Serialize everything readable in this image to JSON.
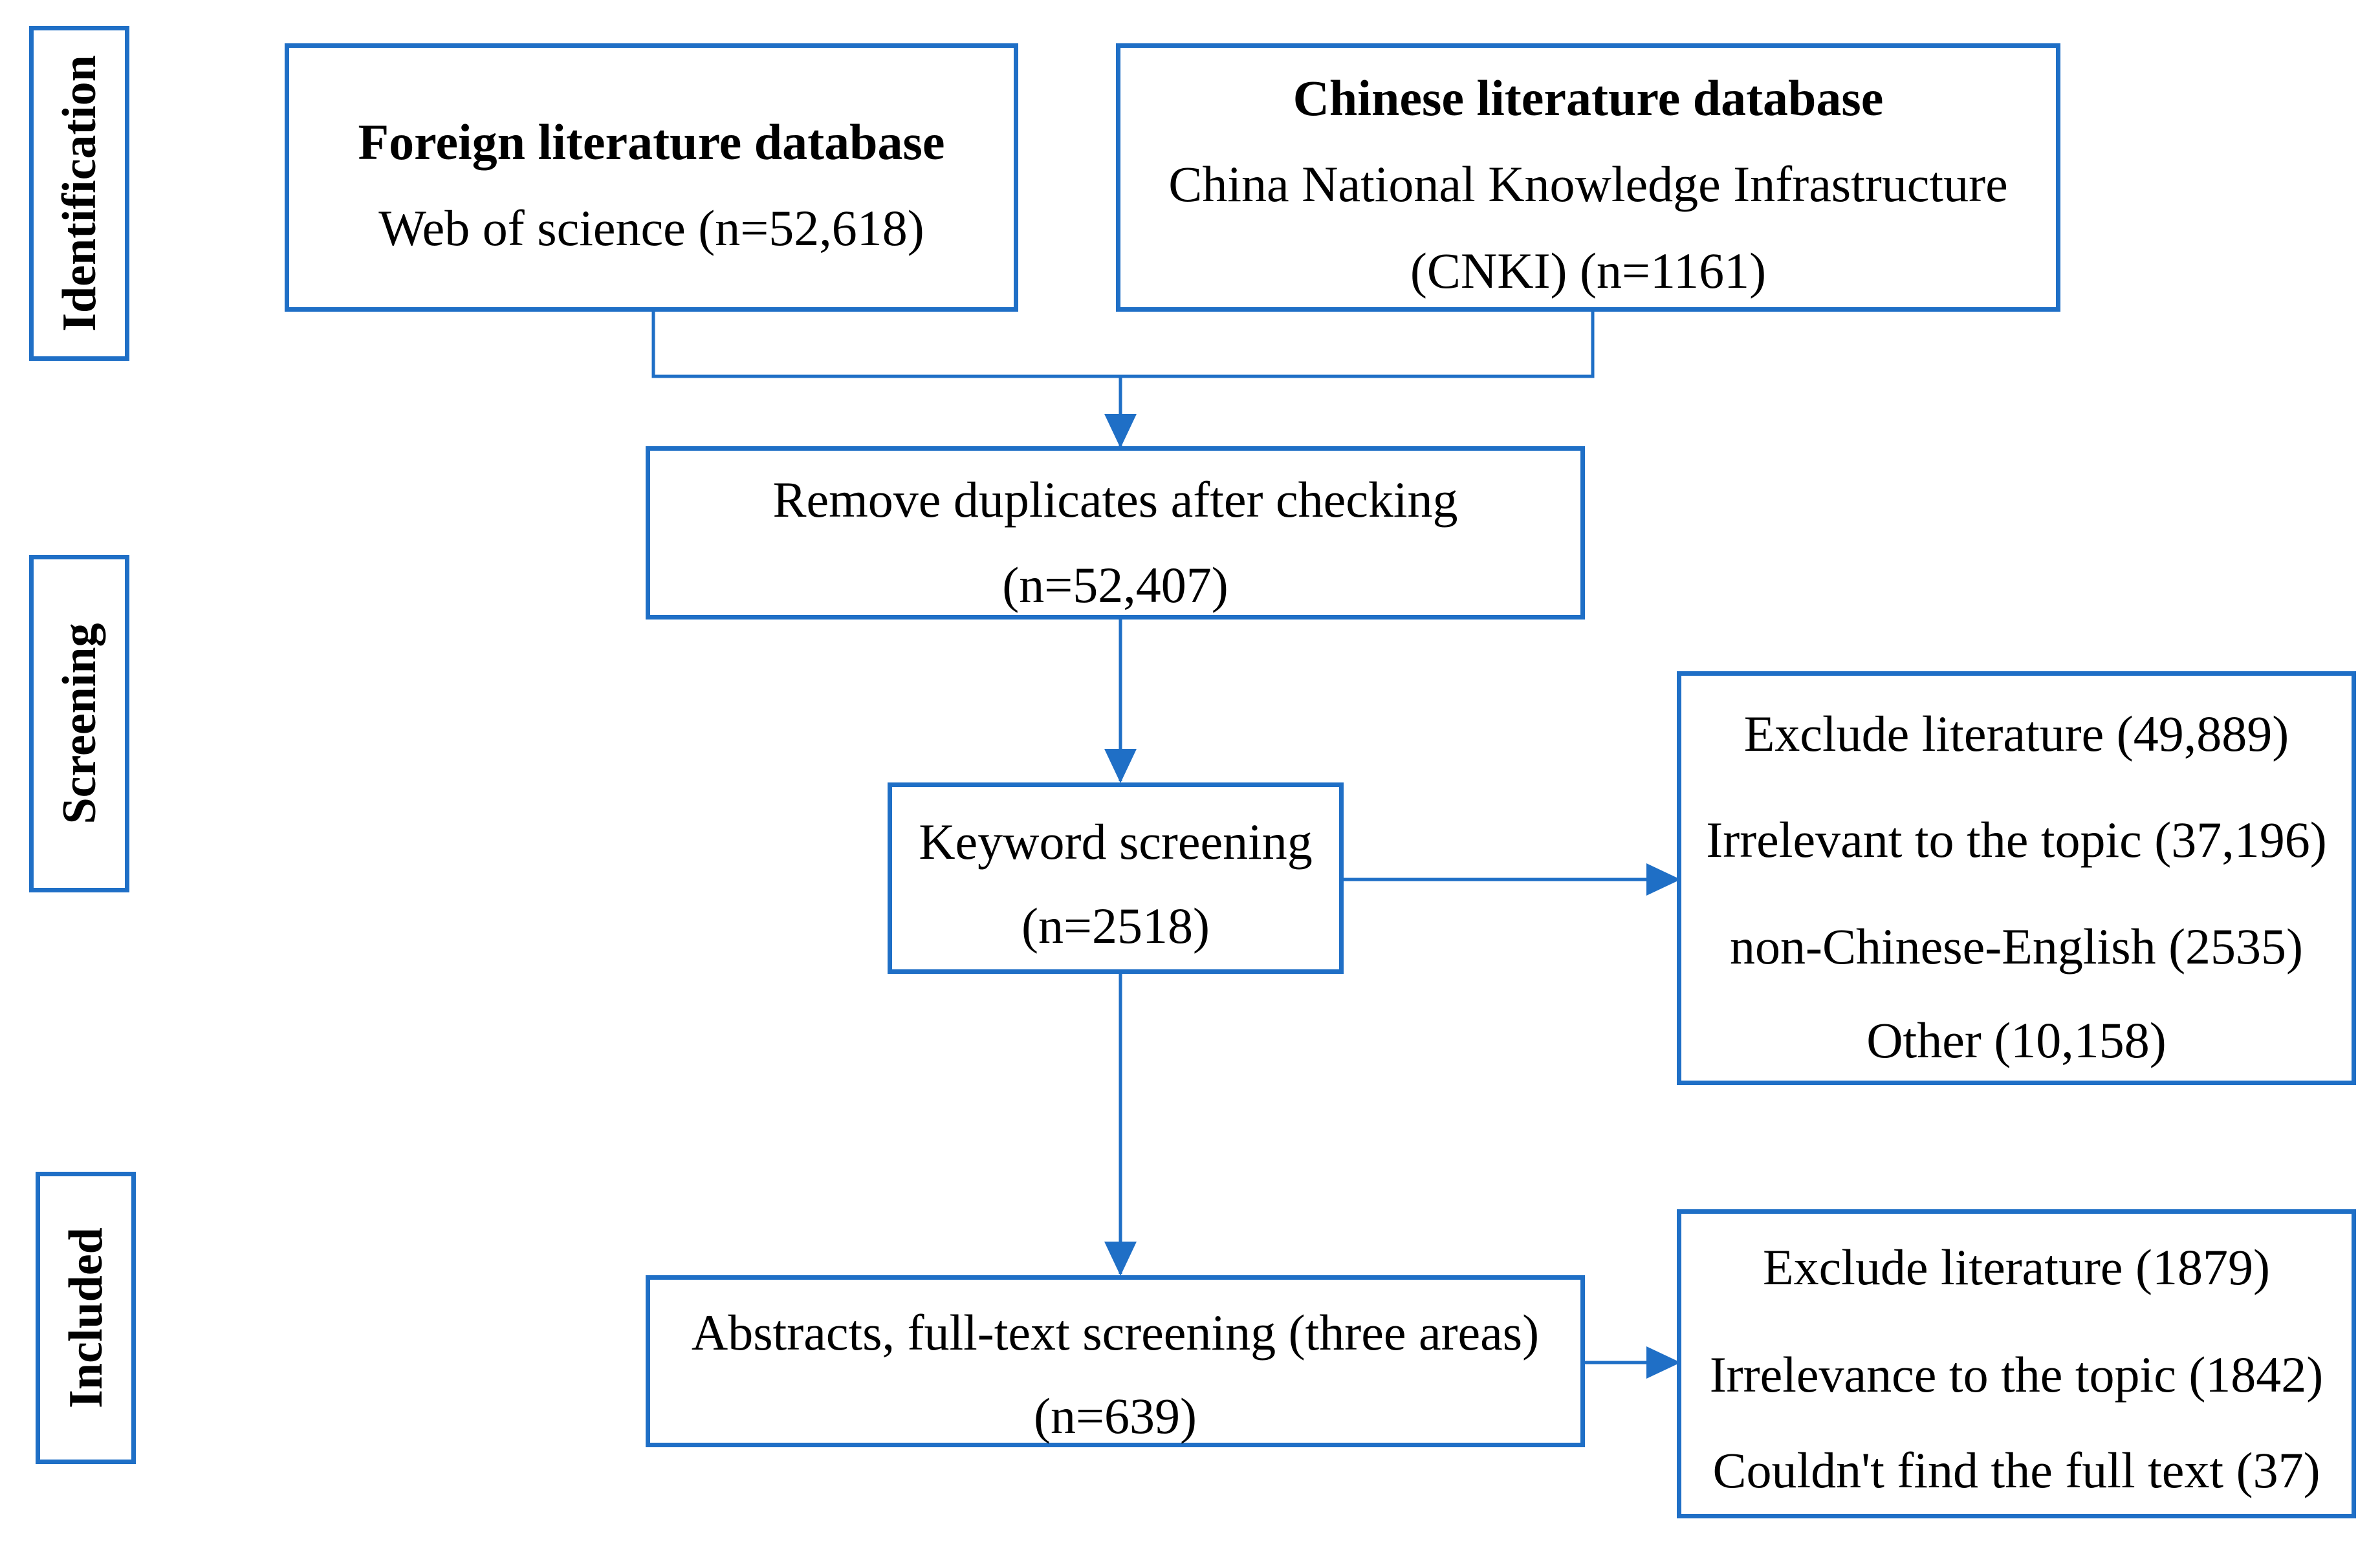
{
  "stages": {
    "identification": "Identification",
    "screening": "Screening",
    "included": "Included"
  },
  "foreign_db": {
    "title": "Foreign literature database",
    "line1": "Web of science (n=52,618)"
  },
  "chinese_db": {
    "title": "Chinese literature database",
    "line1": "China National Knowledge Infrastructure",
    "line2": "(CNKI) (n=1161)"
  },
  "dedup": {
    "line1": "Remove duplicates after checking",
    "line2": "(n=52,407)"
  },
  "keyword": {
    "line1": "Keyword screening",
    "line2": "(n=2518)"
  },
  "exclude1": {
    "line1": "Exclude literature (49,889)",
    "line2": "Irrelevant to the topic (37,196)",
    "line3": "non-Chinese-English (2535)",
    "line4": "Other (10,158)"
  },
  "fulltext": {
    "line1": "Abstracts, full-text screening (three areas)",
    "line2": "(n=639)"
  },
  "exclude2": {
    "line1": "Exclude literature (1879)",
    "line2": "Irrelevance to the topic (1842)",
    "line3": "Couldn't find the full text (37)"
  },
  "colors": {
    "border": "#1f6fc6",
    "arrow": "#1f6fc6",
    "text": "#000000"
  }
}
